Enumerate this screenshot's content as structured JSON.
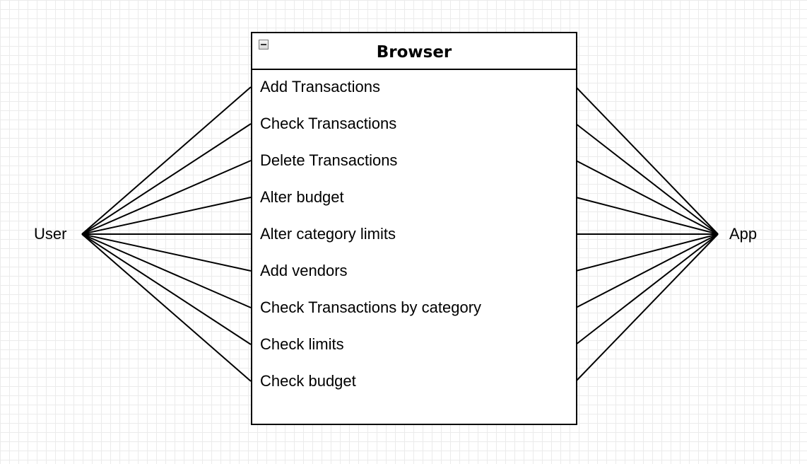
{
  "diagram": {
    "container": {
      "title": "Browser",
      "collapse_icon": "minus-square-icon"
    },
    "actors": {
      "left": "User",
      "right": "App"
    },
    "use_cases": [
      "Add Transactions",
      "Check Transactions",
      "Delete Transactions",
      "Alter budget",
      "Alter category limits",
      "Add vendors",
      "Check Transactions by category",
      "Check limits",
      "Check budget"
    ],
    "colors": {
      "line": "#000000",
      "grid": "#ebebeb",
      "background": "#ffffff"
    }
  }
}
